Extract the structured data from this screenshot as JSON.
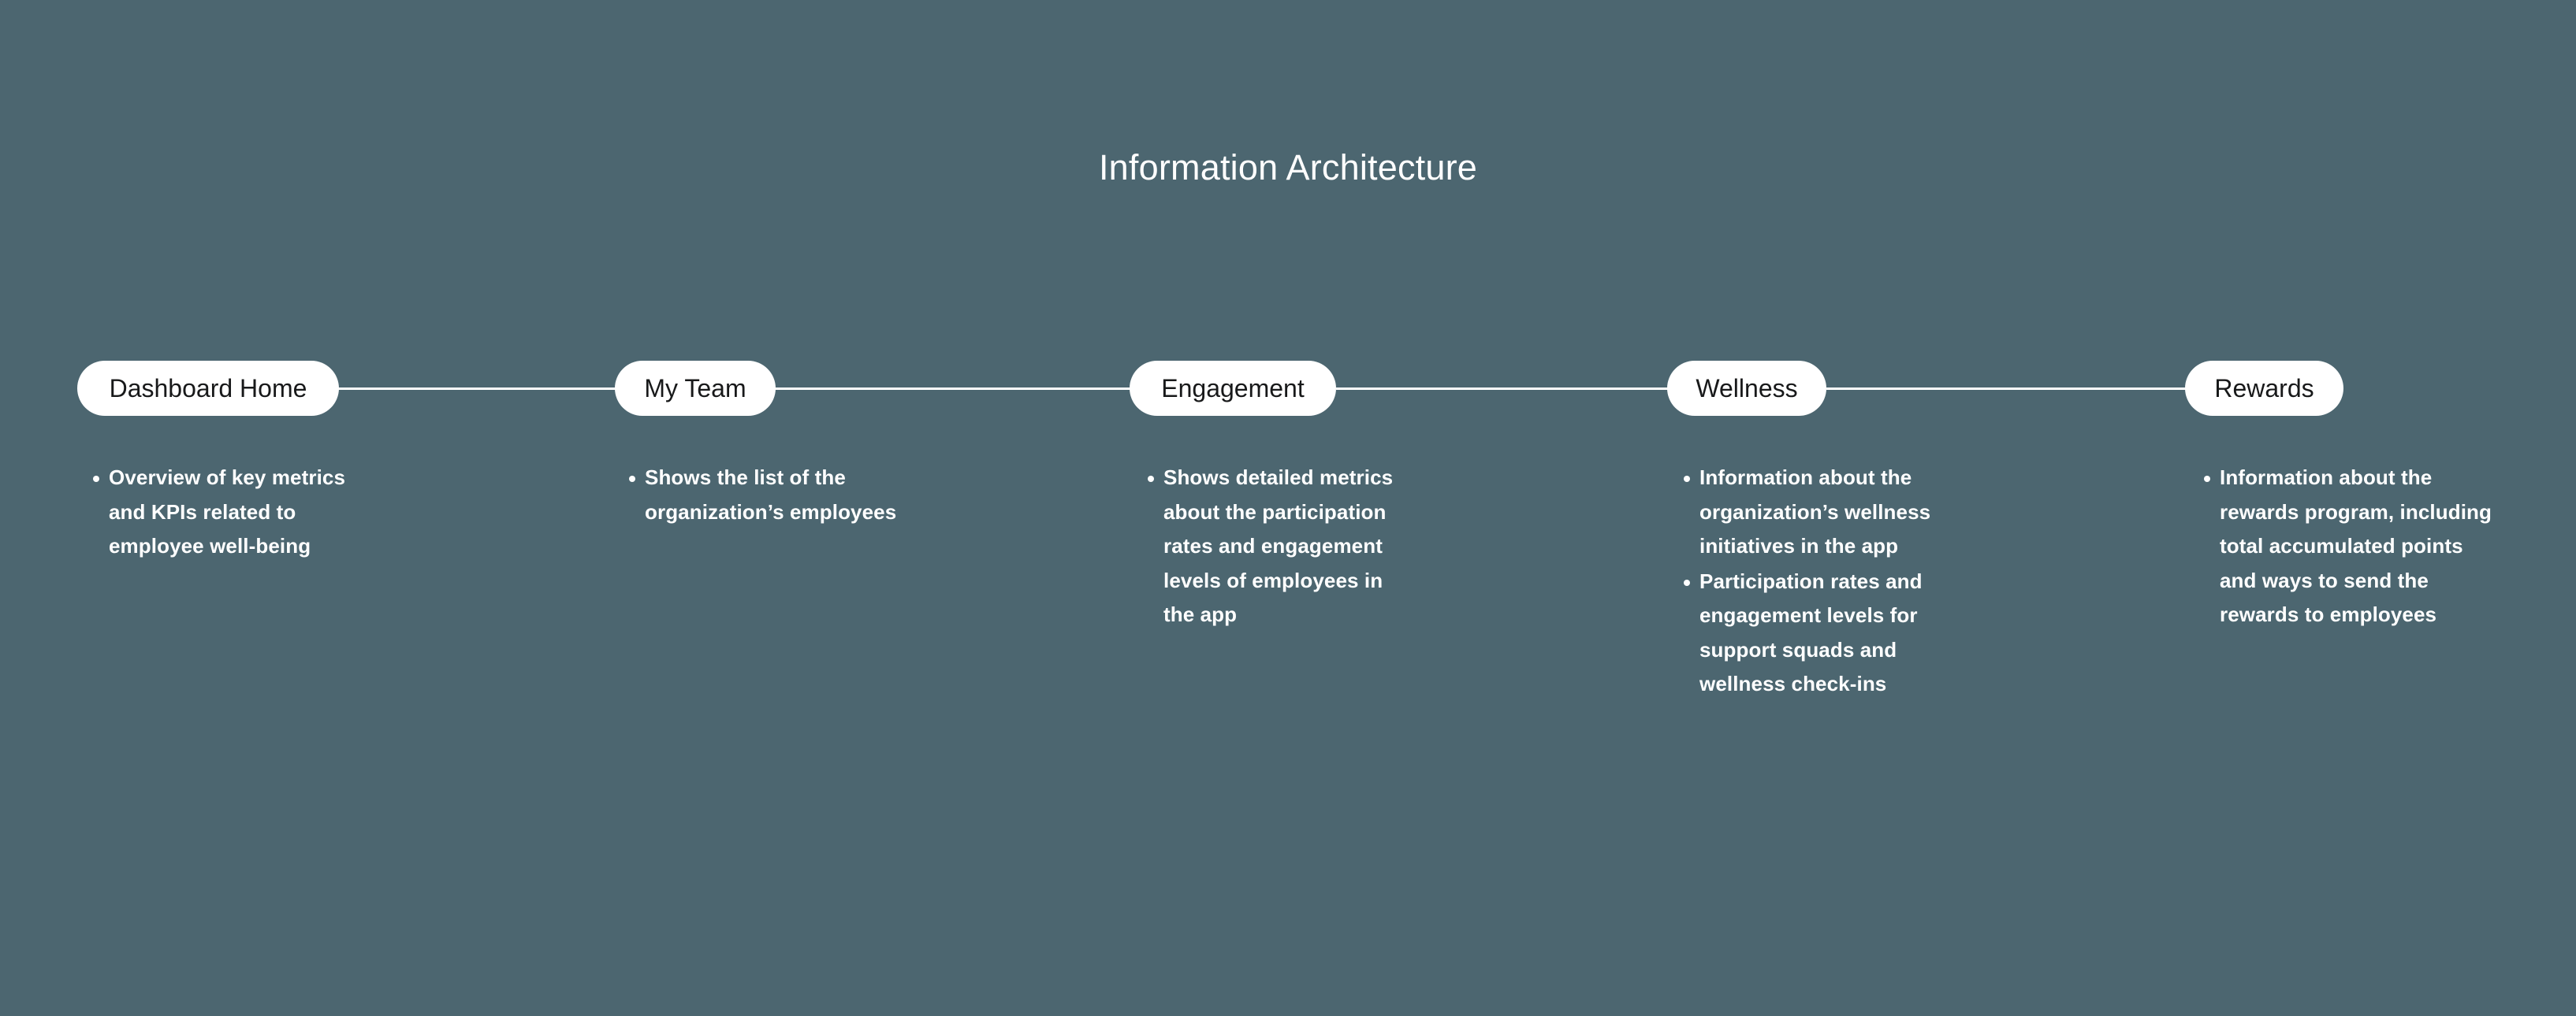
{
  "page": {
    "title": "Information Architecture",
    "background_color": "#4c6670",
    "node_fill_color": "#ffffff",
    "node_text_color": "#18191a",
    "description_text_color": "#ffffff",
    "connector_color": "#ffffff"
  },
  "flow": {
    "nodes": [
      {
        "id": "dashboard-home",
        "label": "Dashboard Home",
        "descriptions": [
          "Overview of key metrics and KPIs related to employee well-being"
        ]
      },
      {
        "id": "my-team",
        "label": "My Team",
        "descriptions": [
          "Shows the list of the organization’s employees"
        ]
      },
      {
        "id": "engagement",
        "label": "Engagement",
        "descriptions": [
          "Shows detailed metrics about the participation rates and engagement levels of employees in the app"
        ]
      },
      {
        "id": "wellness",
        "label": "Wellness",
        "descriptions": [
          "Information about the organization’s wellness initiatives in the app",
          "Participation rates and engagement levels for support squads and wellness check-ins"
        ]
      },
      {
        "id": "rewards",
        "label": "Rewards",
        "descriptions": [
          "Information about the rewards program, including total accumulated points and ways to send the rewards to employees"
        ]
      }
    ]
  }
}
